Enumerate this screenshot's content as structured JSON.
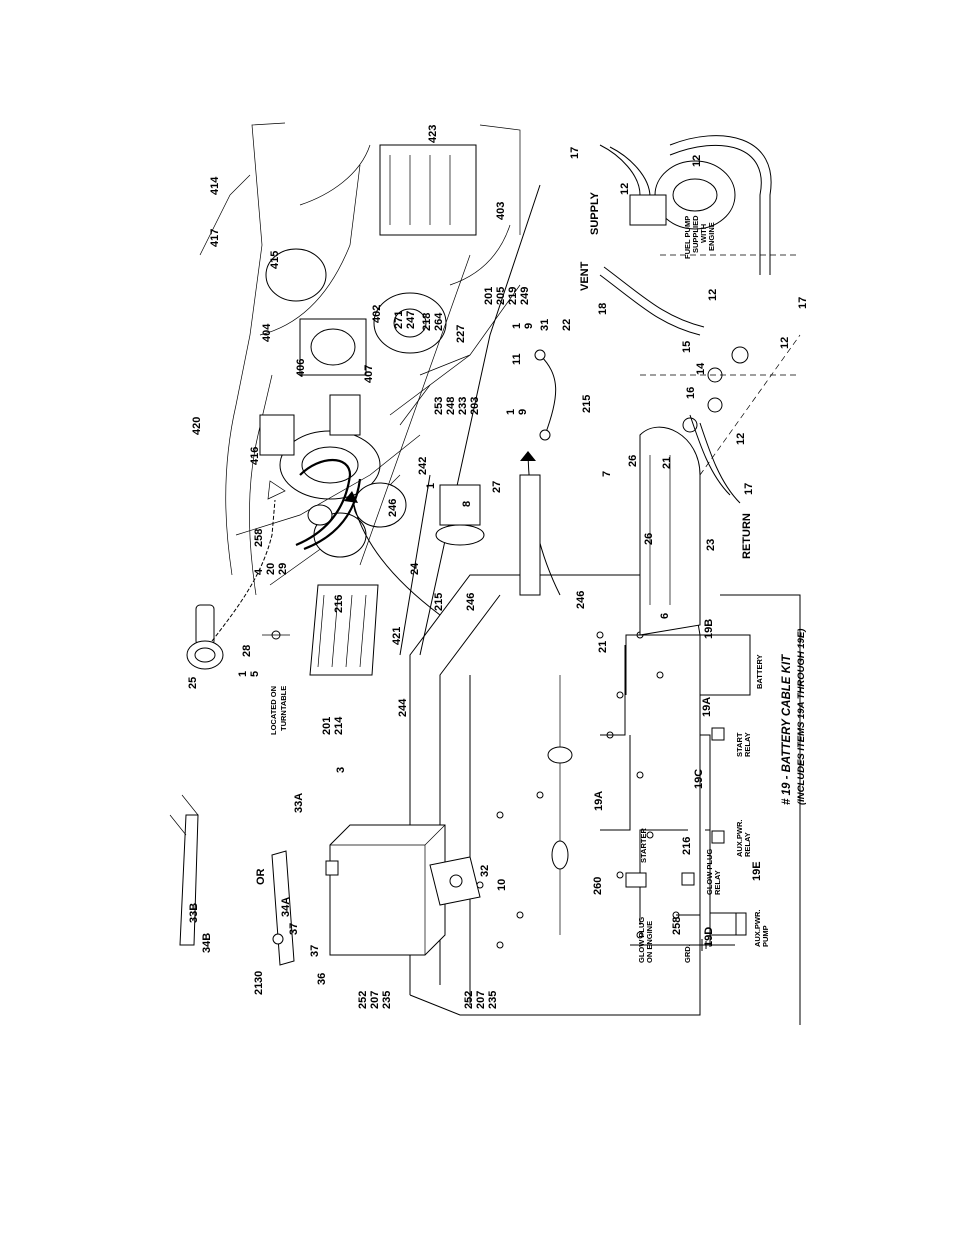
{
  "figure": {
    "kit_title": "# 19 - BATTERY CABLE KIT",
    "kit_note_prefix": "(INCLUDES ITEMS",
    "kit_note_range": "19A THROUGH 19E)",
    "labels": {
      "located_on_turntable": [
        "LOCATED ON",
        "TURNTABLE"
      ],
      "supply": "SUPPLY",
      "vent": "VENT",
      "return": "RETURN",
      "or": "OR",
      "fuel_pump": [
        "FUEL PUMP",
        "SUPPLIED",
        "WITH",
        "ENGINE"
      ]
    },
    "part_labels": {
      "p423": "423",
      "p414": "414",
      "p417": "417",
      "p415": "415",
      "p403": "403",
      "p402": "402",
      "p404": "404",
      "p406": "406",
      "p420": "420",
      "p416": "416",
      "p407": "407",
      "p242": "242",
      "p246a": "246",
      "p258": "258",
      "p216": "216",
      "p25": "25",
      "p421": "421",
      "p244": "244",
      "p24": "24",
      "p215a": "215",
      "p246b": "246",
      "p8": "8",
      "p27": "27",
      "p215b": "215",
      "p11": "11",
      "p7": "7",
      "p26a": "26",
      "p21a": "21",
      "p26b": "26",
      "p23": "23",
      "p246c": "246",
      "p6": "6",
      "p21b": "21",
      "p260": "260",
      "p3": "3",
      "p33A": "33A",
      "p33B": "33B",
      "p34B": "34B",
      "p34A": "34A",
      "p37a": "37",
      "p37b": "37",
      "p36": "36",
      "p32": "32",
      "p10": "10",
      "p17a": "17",
      "p12a": "12",
      "p12b": "12",
      "p18": "18",
      "p12c": "12",
      "p15": "15",
      "p14": "14",
      "p16": "16",
      "p12d": "12",
      "p12e": "12",
      "p17b": "17",
      "p17c": "17"
    },
    "stacks": {
      "s_201_214": [
        "201",
        "214"
      ],
      "s_1_5": [
        "1",
        "5"
      ],
      "s_28": [
        "28"
      ],
      "s_4_20_29": [
        "4",
        "20",
        "29"
      ],
      "s_1_8": [
        "1"
      ],
      "s_1_9a": [
        "1",
        "9"
      ],
      "s_1_9b": [
        "1",
        "9"
      ],
      "s_31": [
        "31"
      ],
      "s_22": [
        "22"
      ],
      "s_271_247": [
        "271",
        "247"
      ],
      "s_218_264": [
        "218",
        "264"
      ],
      "s_227": [
        "227"
      ],
      "s_253": [
        "253",
        "248",
        "233",
        "203"
      ],
      "s_201_205": [
        "201",
        "205",
        "219",
        "249"
      ],
      "s_252a": [
        "252",
        "207",
        "235"
      ],
      "s_252b": [
        "252",
        "207",
        "235"
      ],
      "s_21_30": [
        "21",
        "30"
      ]
    },
    "schematic": {
      "starter": "STARTER",
      "battery": "BATTERY",
      "start_relay": [
        "START",
        "RELAY"
      ],
      "aux_pwr_relay": [
        "AUX.PWR.",
        "RELAY"
      ],
      "glow_plug_relay": [
        "GLOW PLUG",
        "RELAY"
      ],
      "aux_pwr_pump": [
        "AUX.PWR.",
        "PUMP"
      ],
      "glow_plug_on_engine": [
        "GLOW PLUG",
        "ON ENGINE"
      ],
      "grd": "GRD.",
      "cables": {
        "c19A_top": "19A",
        "c19A_mid": "19A",
        "c19B": "19B",
        "c19C": "19C",
        "c19D": "19D",
        "c19E": "19E"
      },
      "items": {
        "i216": "216",
        "i258": "258"
      }
    }
  }
}
